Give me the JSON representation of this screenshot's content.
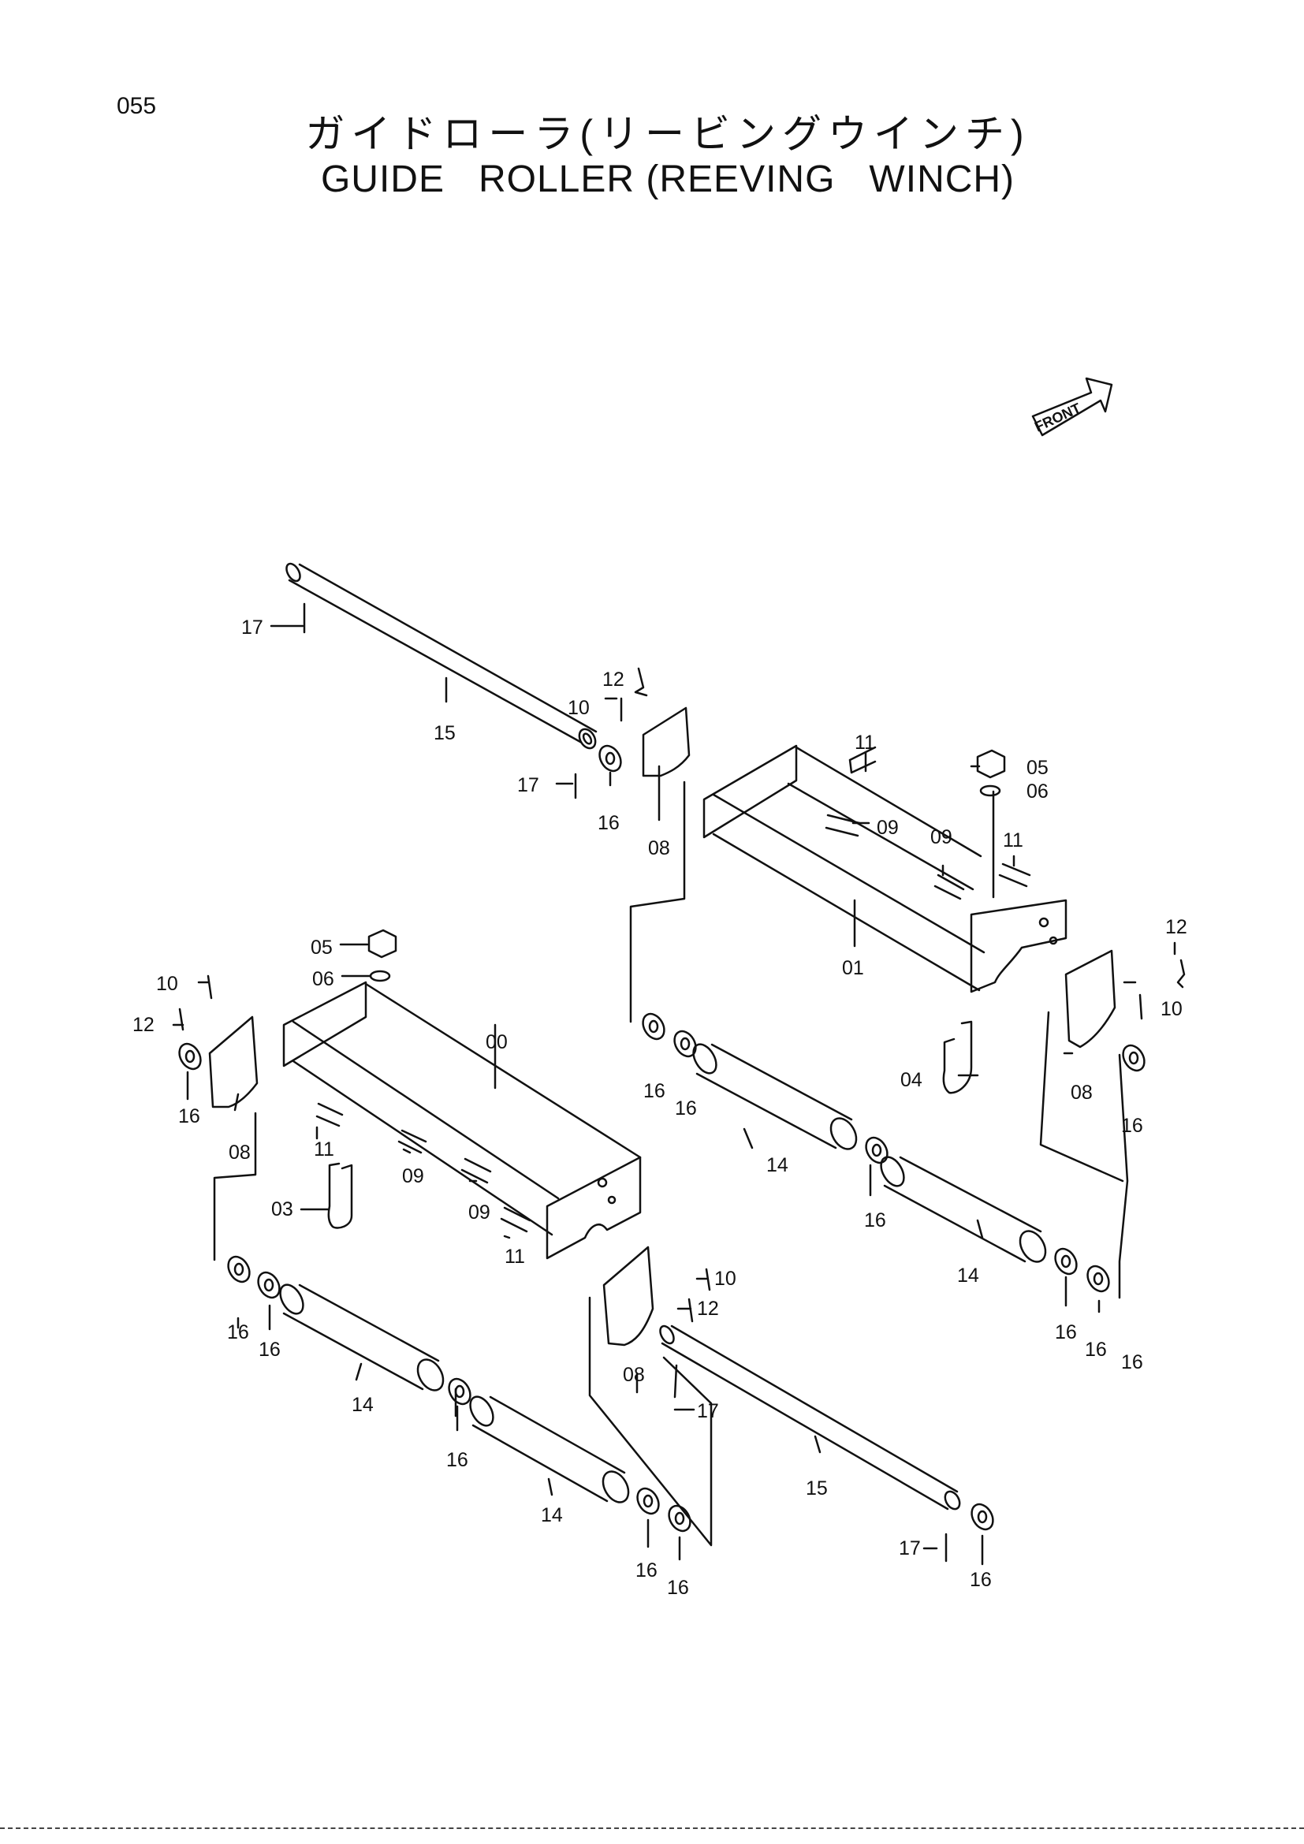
{
  "page": {
    "number": "055"
  },
  "title": {
    "japanese": "ガイドローラ(リービングウインチ)",
    "english": "GUIDE   ROLLER (REEVING   WINCH)"
  },
  "front_marker": "FRONT",
  "labels": {
    "l00": "00",
    "l01": "01",
    "l03": "03",
    "l04": "04",
    "l05a": "05",
    "l05b": "05",
    "l06a": "06",
    "l06b": "06",
    "l08a": "08",
    "l08b": "08",
    "l08c": "08",
    "l08d": "08",
    "l09a": "09",
    "l09b": "09",
    "l09c": "09",
    "l09d": "09",
    "l10a": "10",
    "l10b": "10",
    "l10c": "10",
    "l10d": "10",
    "l11a": "11",
    "l11b": "11",
    "l11c": "11",
    "l11d": "11",
    "l12a": "12",
    "l12b": "12",
    "l12c": "12",
    "l12d": "12",
    "l14a": "14",
    "l14b": "14",
    "l14c": "14",
    "l14d": "14",
    "l15a": "15",
    "l15b": "15",
    "l16a": "16",
    "l16b": "16",
    "l16c": "16",
    "l16d": "16",
    "l16e": "16",
    "l16f": "16",
    "l16g": "16",
    "l16h": "16",
    "l16i": "16",
    "l16j": "16",
    "l16k": "16",
    "l16l": "16",
    "l16m": "16",
    "l16n": "16",
    "l16o": "16",
    "l17a": "17",
    "l17b": "17",
    "l17c": "17",
    "l17d": "17"
  }
}
